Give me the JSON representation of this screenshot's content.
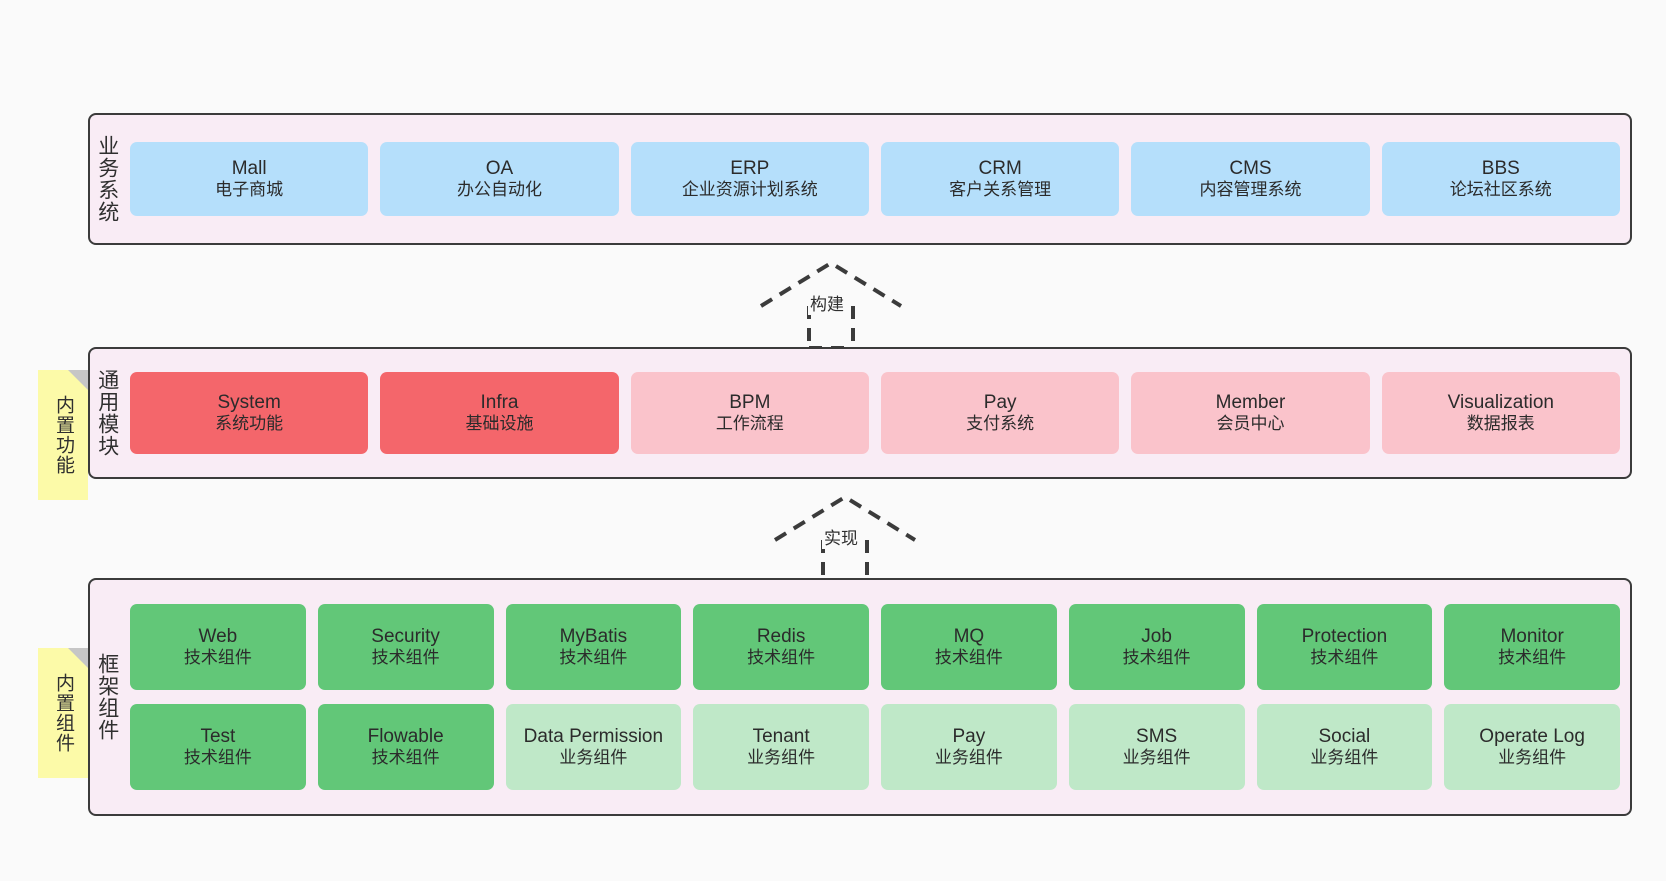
{
  "page": {
    "background": "#fafafa",
    "colors": {
      "layer_bg": "#f9ecf5",
      "layer_border": "#3b3b3b",
      "blue": "#b5dffb",
      "red": "#f4666b",
      "pink": "#fac3cb",
      "green": "#62c778",
      "light_green": "#bfe8c8",
      "note_yellow": "#fcfaa8",
      "note_fold": "#c6c6c6"
    }
  },
  "layers": [
    {
      "id": "business-systems",
      "title": "业务系统",
      "rows": [
        {
          "cards": [
            {
              "name": "Mall",
              "desc": "电子商城",
              "color": "c-blue"
            },
            {
              "name": "OA",
              "desc": "办公自动化",
              "color": "c-blue"
            },
            {
              "name": "ERP",
              "desc": "企业资源计划系统",
              "color": "c-blue"
            },
            {
              "name": "CRM",
              "desc": "客户关系管理",
              "color": "c-blue"
            },
            {
              "name": "CMS",
              "desc": "内容管理系统",
              "color": "c-blue"
            },
            {
              "name": "BBS",
              "desc": "论坛社区系统",
              "color": "c-blue"
            }
          ]
        }
      ]
    },
    {
      "id": "common-modules",
      "title": "通用模块",
      "note": "内置功能",
      "rows": [
        {
          "cards": [
            {
              "name": "System",
              "desc": "系统功能",
              "color": "c-red"
            },
            {
              "name": "Infra",
              "desc": "基础设施",
              "color": "c-red"
            },
            {
              "name": "BPM",
              "desc": "工作流程",
              "color": "c-pink"
            },
            {
              "name": "Pay",
              "desc": "支付系统",
              "color": "c-pink"
            },
            {
              "name": "Member",
              "desc": "会员中心",
              "color": "c-pink"
            },
            {
              "name": "Visualization",
              "desc": "数据报表",
              "color": "c-pink"
            }
          ]
        }
      ]
    },
    {
      "id": "framework-components",
      "title": "框架组件",
      "note": "内置组件",
      "rows": [
        {
          "cards": [
            {
              "name": "Web",
              "desc": "技术组件",
              "color": "c-green"
            },
            {
              "name": "Security",
              "desc": "技术组件",
              "color": "c-green"
            },
            {
              "name": "MyBatis",
              "desc": "技术组件",
              "color": "c-green"
            },
            {
              "name": "Redis",
              "desc": "技术组件",
              "color": "c-green"
            },
            {
              "name": "MQ",
              "desc": "技术组件",
              "color": "c-green"
            },
            {
              "name": "Job",
              "desc": "技术组件",
              "color": "c-green"
            },
            {
              "name": "Protection",
              "desc": "技术组件",
              "color": "c-green"
            },
            {
              "name": "Monitor",
              "desc": "技术组件",
              "color": "c-green"
            }
          ]
        },
        {
          "cards": [
            {
              "name": "Test",
              "desc": "技术组件",
              "color": "c-green"
            },
            {
              "name": "Flowable",
              "desc": "技术组件",
              "color": "c-green"
            },
            {
              "name": "Data Permission",
              "desc": "业务组件",
              "color": "c-lightgreen"
            },
            {
              "name": "Tenant",
              "desc": "业务组件",
              "color": "c-lightgreen"
            },
            {
              "name": "Pay",
              "desc": "业务组件",
              "color": "c-lightgreen"
            },
            {
              "name": "SMS",
              "desc": "业务组件",
              "color": "c-lightgreen"
            },
            {
              "name": "Social",
              "desc": "业务组件",
              "color": "c-lightgreen"
            },
            {
              "name": "Operate Log",
              "desc": "业务组件",
              "color": "c-lightgreen"
            }
          ]
        }
      ]
    }
  ],
  "arrows": [
    {
      "id": "arrow-build",
      "label": "构建",
      "from": "common-modules",
      "to": "business-systems"
    },
    {
      "id": "arrow-implement",
      "label": "实现",
      "from": "framework-components",
      "to": "common-modules"
    }
  ]
}
